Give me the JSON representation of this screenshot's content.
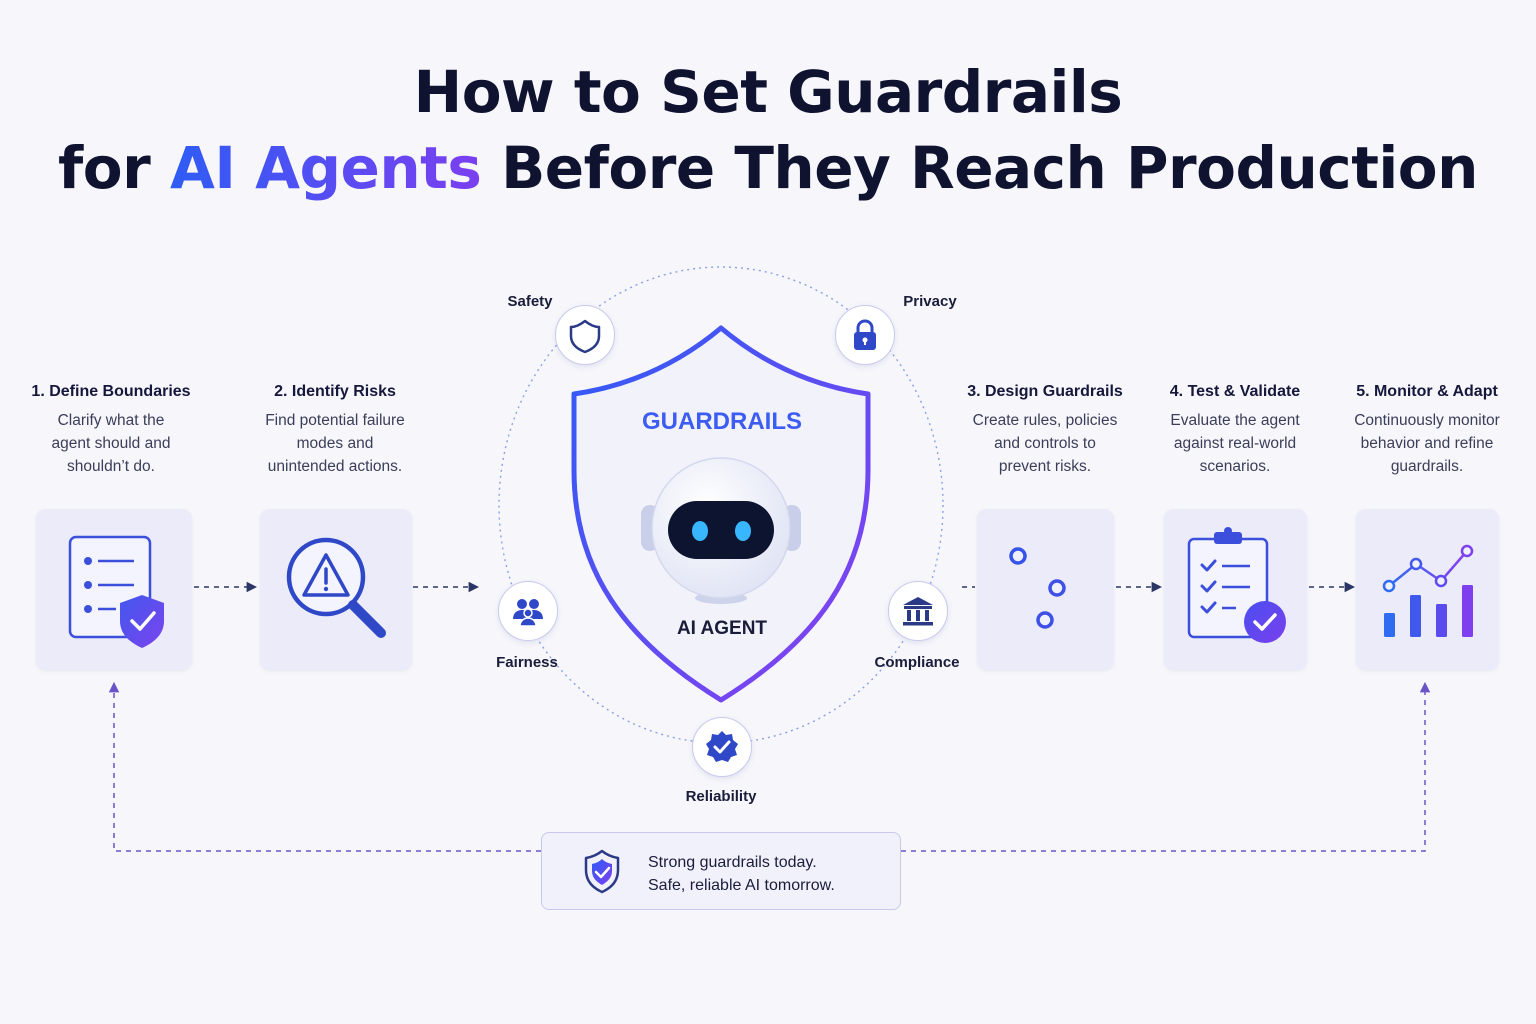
{
  "title": {
    "line1": "How to Set Guardrails",
    "line2_prefix": "for",
    "line2_highlight": "AI Agents",
    "line2_suffix": "Before They Reach Production"
  },
  "steps": [
    {
      "title": "1. Define Boundaries",
      "desc": [
        "Clarify what the",
        "agent should and",
        "shouldn’t do."
      ],
      "icon": "checklist-shield-icon"
    },
    {
      "title": "2. Identify Risks",
      "desc": [
        "Find potential failure",
        "modes and",
        "unintended actions."
      ],
      "icon": "magnifier-warning-icon"
    },
    {
      "title": "3. Design Guardrails",
      "desc": [
        "Create rules, policies",
        "and controls to",
        "prevent risks."
      ],
      "icon": "sliders-icon"
    },
    {
      "title": "4. Test & Validate",
      "desc": [
        "Evaluate the agent",
        "against real-world",
        "scenarios."
      ],
      "icon": "clipboard-check-icon"
    },
    {
      "title": "5. Monitor & Adapt",
      "desc": [
        "Continuously monitor",
        "behavior and refine",
        "guardrails."
      ],
      "icon": "chart-trend-icon"
    }
  ],
  "center": {
    "shield_label": "GUARDRAILS",
    "agent_label": "AI AGENT",
    "pillars": [
      {
        "label": "Safety",
        "icon": "shield-outline-icon"
      },
      {
        "label": "Privacy",
        "icon": "lock-icon"
      },
      {
        "label": "Fairness",
        "icon": "people-icon"
      },
      {
        "label": "Compliance",
        "icon": "bank-icon"
      },
      {
        "label": "Reliability",
        "icon": "badge-check-icon"
      }
    ]
  },
  "callout": {
    "line1": "Strong guardrails today.",
    "line2": "Safe, reliable AI tomorrow.",
    "icon": "shield-check-icon"
  },
  "colors": {
    "accent_blue": "#2f5cf5",
    "accent_purple": "#7b3ff0",
    "dark_navy": "#0f1330",
    "card_bg": "#ebebf9"
  }
}
